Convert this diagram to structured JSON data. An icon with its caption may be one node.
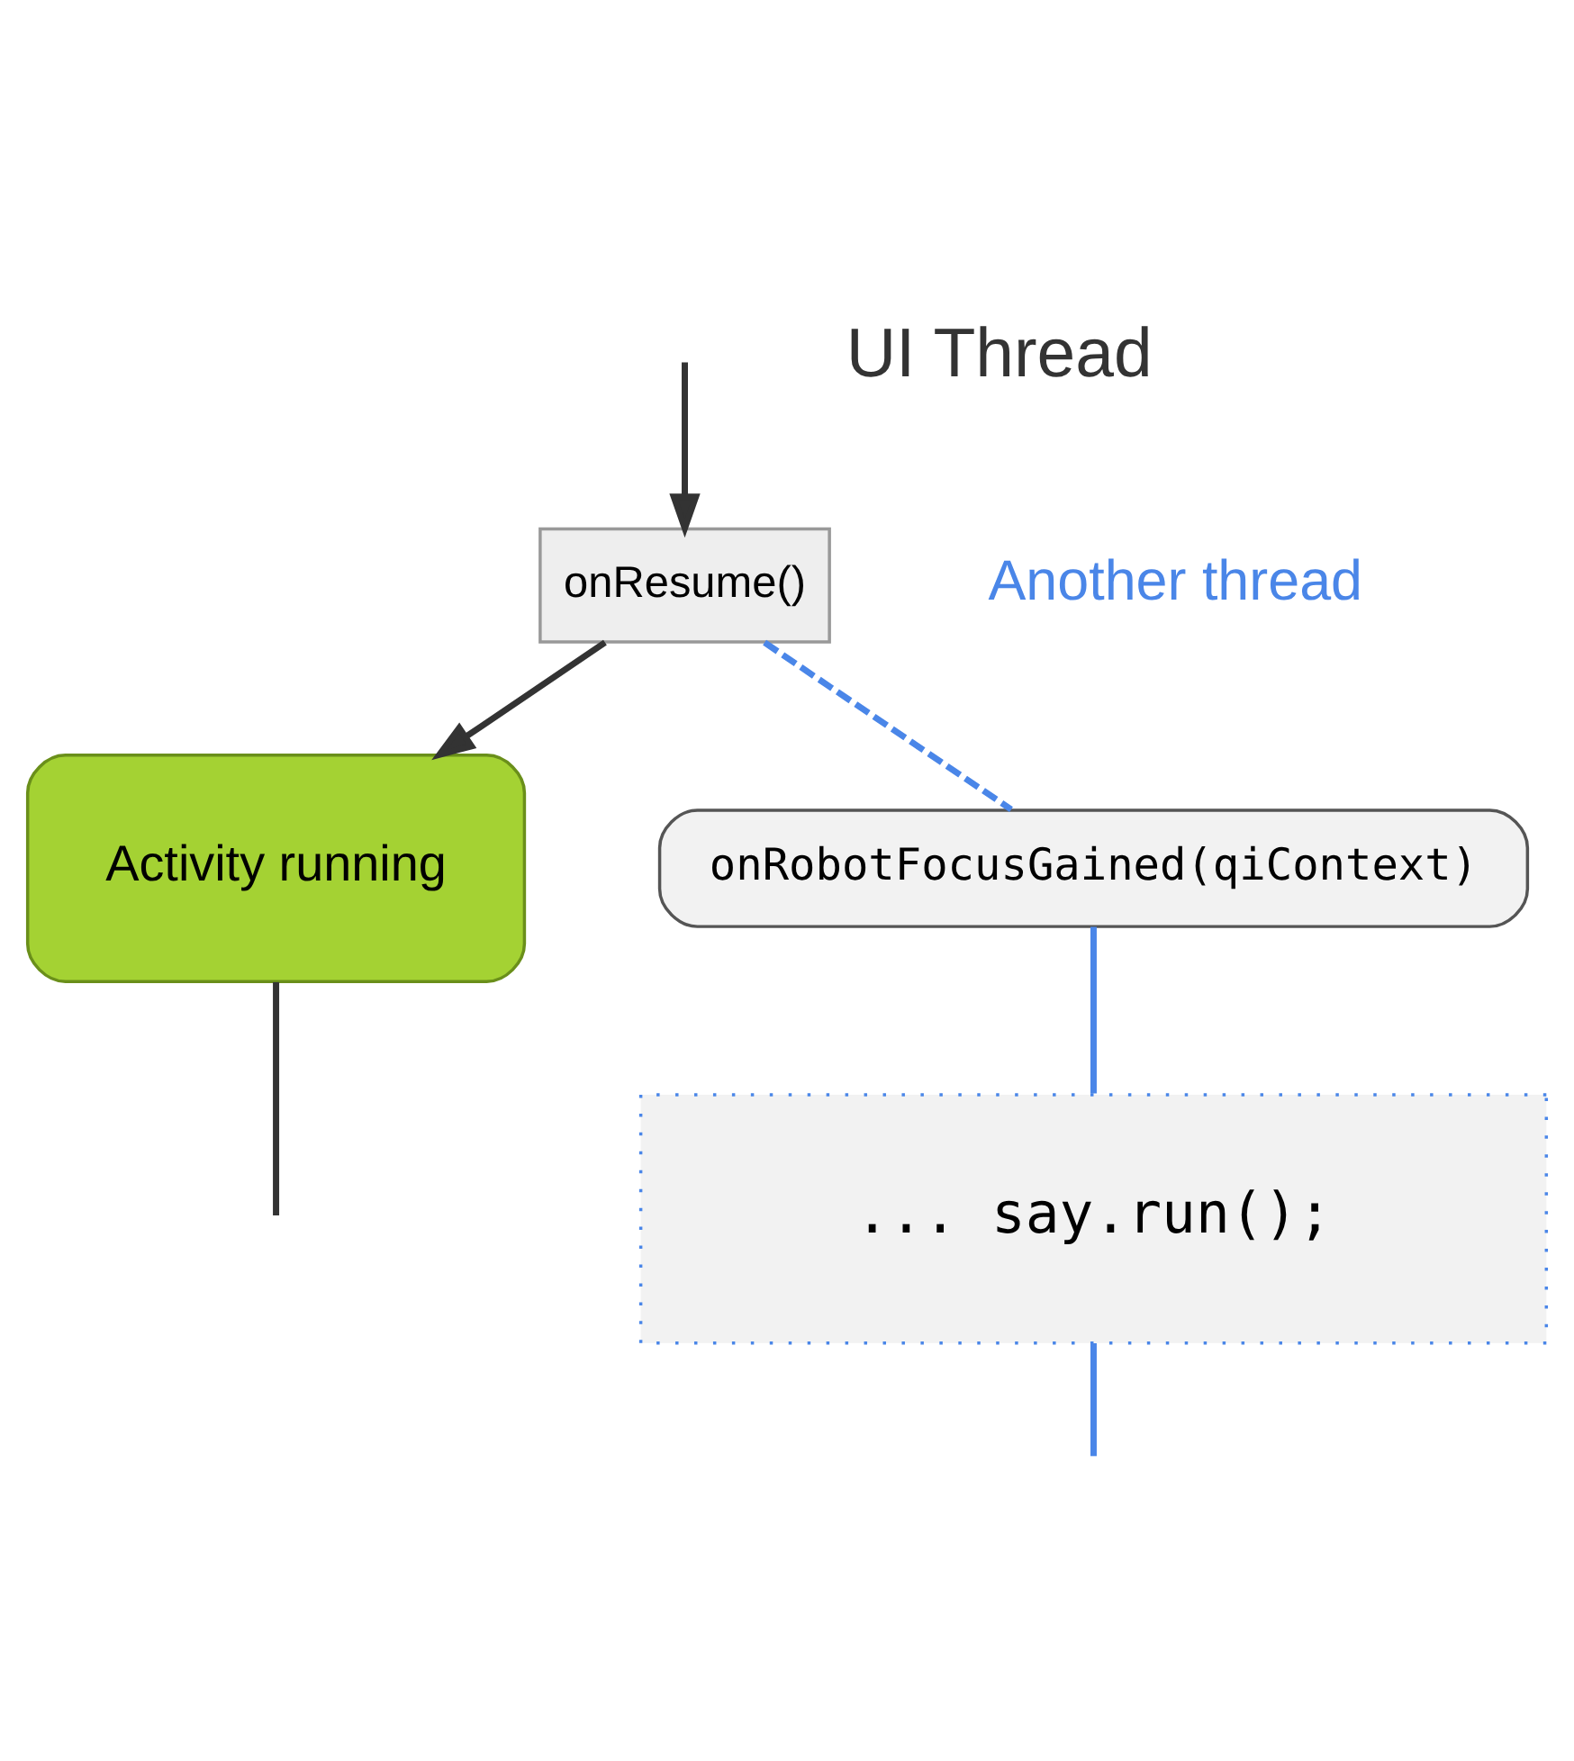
{
  "diagram": {
    "nodes": [
      {
        "text": [
          "onResume()"
        ]
      },
      {
        "text": [
          "Activity running"
        ]
      },
      {
        "text": [
          "onRobotFocusGained(qiContext)"
        ]
      },
      {
        "text": [
          "... say.run();"
        ]
      }
    ],
    "edges": [
      {
        "from": null,
        "to": 0,
        "arrow": "to"
      },
      {
        "from": 0,
        "to": 1,
        "arrow": "to"
      },
      {
        "from": 0,
        "to": 2,
        "arrow": "none",
        "style": "dashed",
        "color": "#4a86e8"
      },
      {
        "from": 2,
        "to": 3,
        "arrow": "none",
        "color": "#4a86e8"
      },
      {
        "from": 3,
        "to": null,
        "arrow": "none",
        "color": "#4a86e8"
      },
      {
        "from": 1,
        "to": null,
        "arrow": "none"
      }
    ],
    "labels": [
      "UI Thread",
      "Another thread"
    ]
  }
}
